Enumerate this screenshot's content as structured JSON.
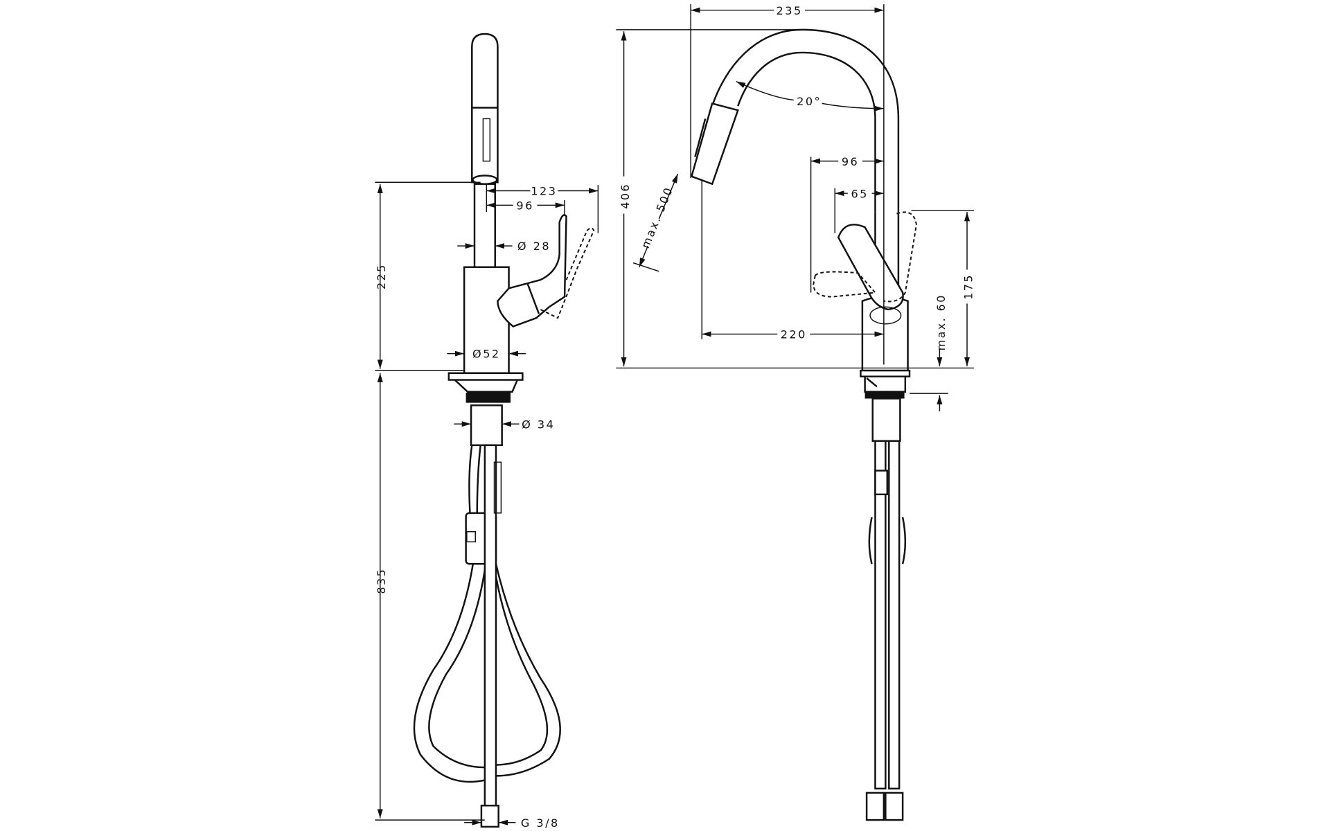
{
  "side_view": {
    "dim_123": "123",
    "dim_96": "96",
    "dim_d28": "Ø 28",
    "dim_225": "225",
    "dim_d52": "Ø52",
    "dim_d34": "Ø 34",
    "dim_835": "835",
    "dim_g38": "G 3/8"
  },
  "front_view": {
    "dim_235": "235",
    "dim_406": "406",
    "angle_20": "20°",
    "dim_max500": "max. 500",
    "dim_96": "96",
    "dim_65": "65",
    "dim_220": "220",
    "dim_175": "175",
    "dim_max60": "max. 60"
  }
}
